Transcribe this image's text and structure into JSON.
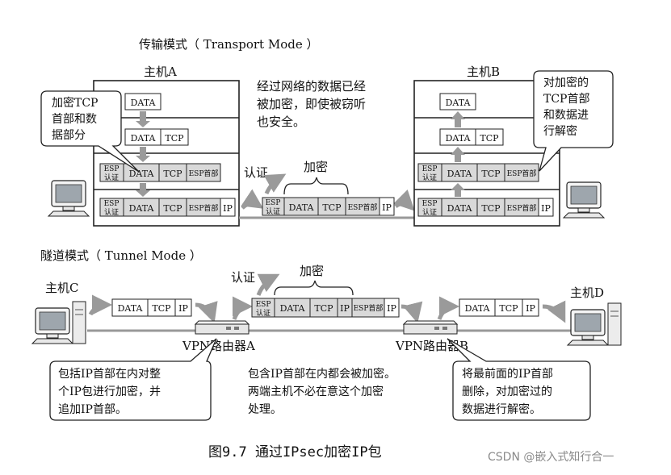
{
  "transport": {
    "title": "传输模式（ Transport Mode ）",
    "host_a": "主机A",
    "host_b": "主机B",
    "note_left": [
      "加密TCP",
      "首部和数",
      "据部分"
    ],
    "note_center": [
      "经过网络的数据已经",
      "被加密，即使被窃听",
      "也安全。"
    ],
    "note_right": [
      "对加密的",
      "TCP首部",
      "和数据进",
      "行解密"
    ],
    "auth": "认证",
    "encrypt": "加密"
  },
  "tunnel": {
    "title": "隧道模式（ Tunnel Mode ）",
    "host_c": "主机C",
    "host_d": "主机D",
    "auth": "认证",
    "encrypt": "加密",
    "router_a": "VPN路由器A",
    "router_b": "VPN路由器B",
    "note_left": [
      "包括IP首部在内对整",
      "个IP包进行加密，并",
      "追加IP首部。"
    ],
    "note_center": [
      "包含IP首部在内都会被加密。",
      "两端主机不必在意这个加密",
      "处理。"
    ],
    "note_right": [
      "将最前面的IP首部",
      "删除，对加密过的",
      "数据进行解密。"
    ]
  },
  "fields": {
    "data": "DATA",
    "tcp": "TCP",
    "ip": "IP",
    "esp_hdr": "ESP首部",
    "esp_tag": [
      "ESP",
      "认证"
    ]
  },
  "caption": "图9.7   通过IPsec加密IP包",
  "watermark": "CSDN @嵌入式知行合一",
  "colors": {
    "esp_fill": "#d9d9d9",
    "arrow_gray": "#9a9a9a",
    "wire_gray": "#999999"
  }
}
